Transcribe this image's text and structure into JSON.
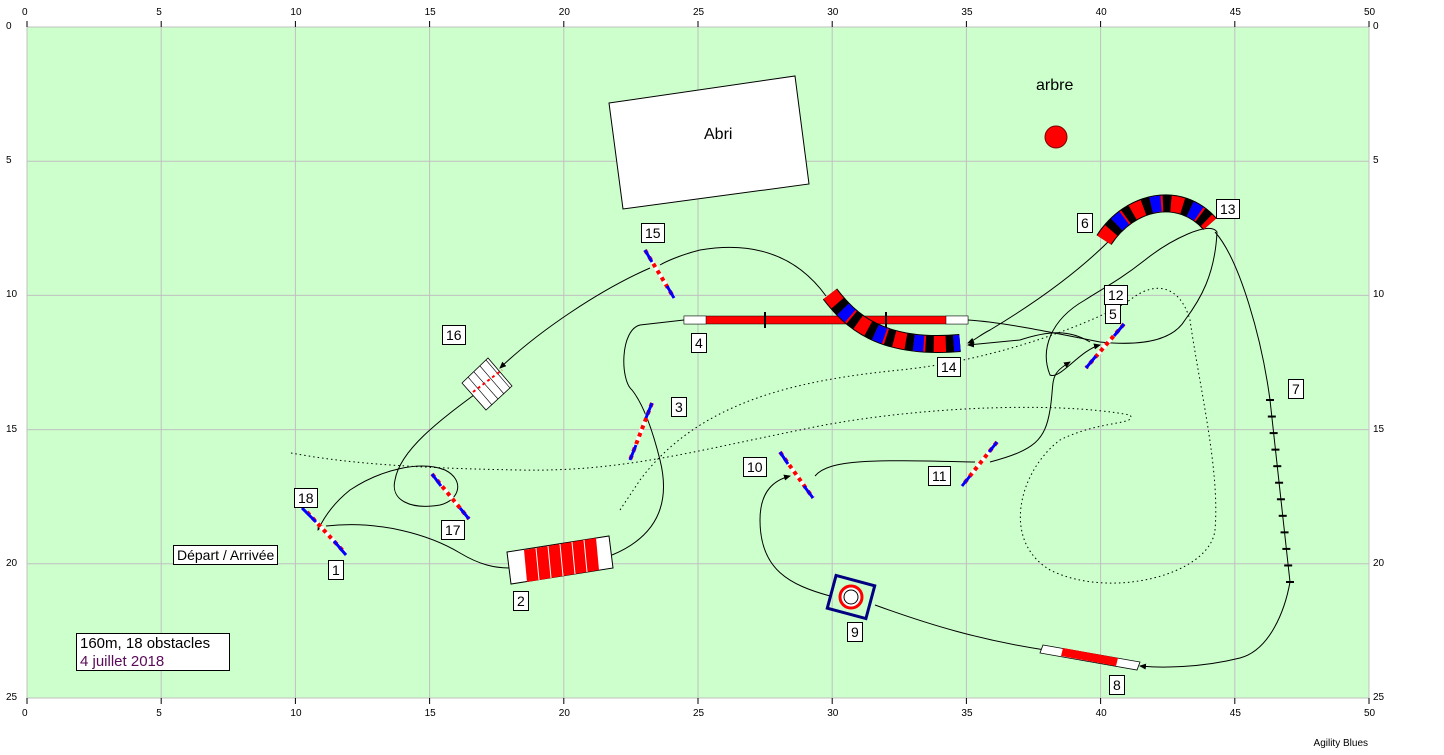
{
  "axis": {
    "x_ticks": [
      "0",
      "5",
      "10",
      "15",
      "20",
      "25",
      "30",
      "35",
      "40",
      "45",
      "50"
    ],
    "y_ticks": [
      "0",
      "5",
      "10",
      "15",
      "20",
      "25"
    ]
  },
  "labels": {
    "abri": "Abri",
    "arbre": "arbre",
    "depart": "Départ / Arrivée",
    "info_line1": "160m, 18 obstacles",
    "info_line2": "4 juillet 2018",
    "brand": "Agility Blues"
  },
  "obstacle_numbers": [
    "1",
    "2",
    "3",
    "4",
    "5",
    "6",
    "7",
    "8",
    "9",
    "10",
    "11",
    "12",
    "13",
    "14",
    "15",
    "16",
    "17",
    "18"
  ],
  "colors": {
    "field": "#ccffcc",
    "grid": "#c0c0c0",
    "red": "#ff0000",
    "blue": "#0000ff",
    "tree": "#ff0000"
  }
}
